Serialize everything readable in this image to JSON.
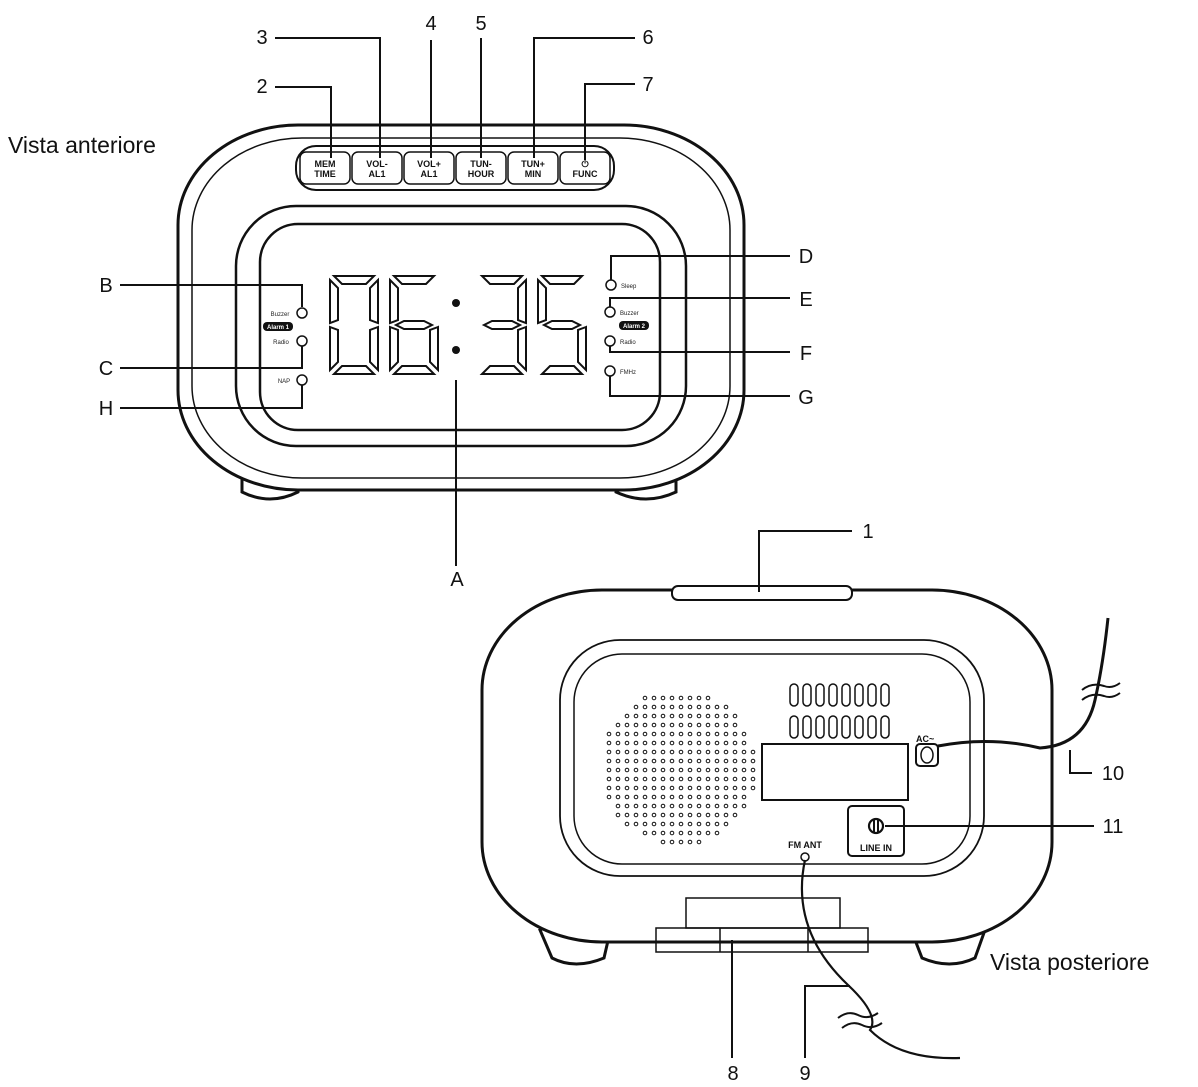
{
  "views": {
    "front_caption": "Vista anteriore",
    "rear_caption": "Vista posteriore"
  },
  "display": {
    "time": "06:35",
    "hours": "06",
    "minutes": "35"
  },
  "buttons": [
    {
      "line1": "MEM",
      "line2": "TIME"
    },
    {
      "line1": "VOL-",
      "line2": "AL1"
    },
    {
      "line1": "VOL+",
      "line2": "AL1"
    },
    {
      "line1": "TUN-",
      "line2": "HOUR"
    },
    {
      "line1": "TUN+",
      "line2": "MIN"
    },
    {
      "line1": "⏻",
      "line2": "FUNC"
    }
  ],
  "indicators_left": {
    "buzzer": "Buzzer",
    "alarm": "Alarm 1",
    "radio": "Radio",
    "nap": "NAP"
  },
  "indicators_right": {
    "sleep": "Sleep",
    "buzzer": "Buzzer",
    "alarm": "Alarm 2",
    "radio": "Radio",
    "mhz": "FMHz"
  },
  "rear_labels": {
    "ac": "AC~",
    "line_in": "LINE IN",
    "fm_ant": "FM ANT"
  },
  "callouts": {
    "n1": "1",
    "n2": "2",
    "n3": "3",
    "n4": "4",
    "n5": "5",
    "n6": "6",
    "n7": "7",
    "n8": "8",
    "n9": "9",
    "n10": "10",
    "n11": "11",
    "A": "A",
    "B": "B",
    "C": "C",
    "D": "D",
    "E": "E",
    "F": "F",
    "G": "G",
    "H": "H"
  }
}
